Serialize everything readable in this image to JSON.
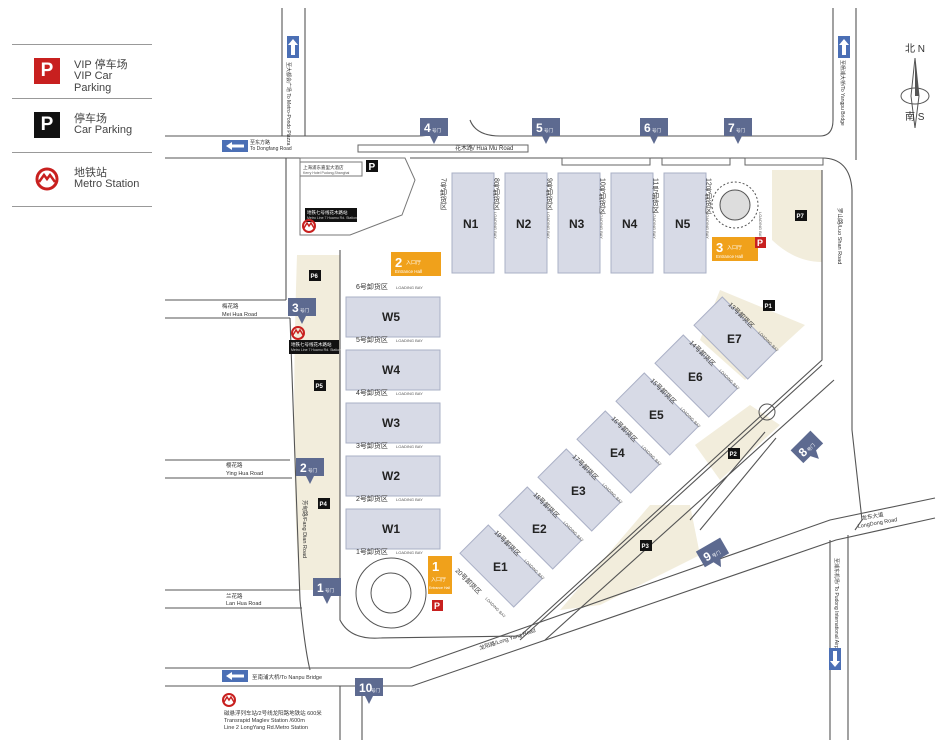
{
  "legend": {
    "vip_zh": "VIP 停车场",
    "vip_en": "VIP Car Parking",
    "car_zh": "停车场",
    "car_en": "Car Parking",
    "metro_zh": "地铁站",
    "metro_en": "Metro Station",
    "p_letter": "P"
  },
  "compass": {
    "north": "北 N",
    "south": "南 S"
  },
  "roads": {
    "huamu": "花木路/ Hua Mu Road",
    "dongfang_zh": "至东方路",
    "dongfang_en": "To Dongfang Road",
    "meihua_zh": "梅花路",
    "meihua_en": "Mei Hua Road",
    "yinghua_zh": "樱花路",
    "yinghua_en": "Ying Hua Road",
    "lanhua_zh": "兰花路",
    "lanhua_en": "Lan Hua Road",
    "nanpu": "至南浦大桥/To Nanpu Bridge",
    "fangdian": "芳甸路/Fang Dian Road",
    "luoshan": "罗山路/Luo Shan Road",
    "longyang": "龙阳路/Long Yang Road",
    "longdong_zh": "龙东大道",
    "longdong_en": "LongDong Road",
    "metro_plaza": "至大都会广场 To Metro-Pondo Plazza",
    "yangpu": "至杨浦大桥/To Yangpu Bridge",
    "airport": "至浦东机场/ To Pudong International Airport"
  },
  "hotel": {
    "zh": "上海浦东嘉里大酒店",
    "en": "Kerry Hotel Pudong,Shanghai"
  },
  "metro_station_top": {
    "zh": "地铁七号线花木路站",
    "en": "Metro Line 7 Huamu Rd. Station"
  },
  "metro_station_mid": {
    "zh": "地铁七号线花木路站",
    "en": "Metro Line 7 Huamu Rd. Station"
  },
  "bottom_note": {
    "line1": "磁悬浮列车站/2号线龙阳路地铁站 600米",
    "line2": "Transrapid Maglev Station /600m",
    "line3": "Line 2 LongYang Rd.Metro Station"
  },
  "gate_suffix": "号门",
  "gates": [
    {
      "num": "1",
      "name": "gate-1"
    },
    {
      "num": "2",
      "name": "gate-2"
    },
    {
      "num": "3",
      "name": "gate-3"
    },
    {
      "num": "4",
      "name": "gate-4"
    },
    {
      "num": "5",
      "name": "gate-5"
    },
    {
      "num": "6",
      "name": "gate-6"
    },
    {
      "num": "7",
      "name": "gate-7"
    },
    {
      "num": "8",
      "name": "gate-8"
    },
    {
      "num": "9",
      "name": "gate-9"
    },
    {
      "num": "10",
      "name": "gate-10"
    }
  ],
  "entrance_halls": [
    {
      "num": "1",
      "zh": "入口厅",
      "en": "Entrance Hall"
    },
    {
      "num": "2",
      "zh": "入口厅",
      "en": "Entrance Hall"
    },
    {
      "num": "3",
      "zh": "入口厅",
      "en": "Entrance Hall"
    }
  ],
  "halls_north": [
    "N1",
    "N2",
    "N3",
    "N4",
    "N5"
  ],
  "halls_west": [
    "W5",
    "W4",
    "W3",
    "W2",
    "W1"
  ],
  "halls_east": [
    "E7",
    "E6",
    "E5",
    "E4",
    "E3",
    "E2",
    "E1"
  ],
  "loading_en": "LOADING BAY",
  "bays_north": [
    "7号卸货区",
    "8号卸货区",
    "9号卸货区",
    "10号卸货区",
    "11号卸货区",
    "12号卸货区"
  ],
  "bays_west": [
    "6号卸货区",
    "5号卸货区",
    "4号卸货区",
    "3号卸货区",
    "2号卸货区",
    "1号卸货区"
  ],
  "bays_east": [
    "13号卸货区",
    "14号卸货区",
    "15号卸货区",
    "16号卸货区",
    "17号卸货区",
    "18号卸货区",
    "19号卸货区",
    "20号卸货区"
  ],
  "parking": [
    "P1",
    "P2",
    "P3",
    "P4",
    "P5",
    "P6",
    "P7"
  ],
  "colors": {
    "hall": "#d7dae6",
    "hall_edge": "#aab0c6",
    "orange": "#f0a11b",
    "gate": "#5d6a90",
    "parking": "#f2eddc",
    "vip": "#c8201f",
    "road": "#555555",
    "arrow": "#4b6fb5"
  }
}
